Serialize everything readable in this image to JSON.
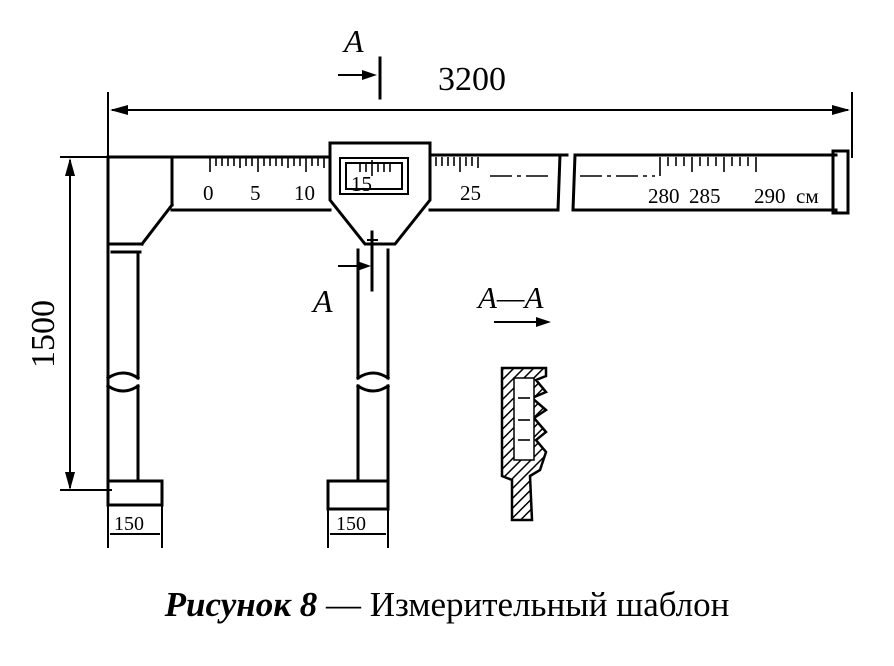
{
  "dimensions": {
    "overall_length": "3200",
    "height": "1500",
    "foot_left": "150",
    "foot_right": "150"
  },
  "section_marks": {
    "top": "A",
    "side": "A",
    "section_title": "A—A"
  },
  "scale": {
    "left_labels": [
      "0",
      "5",
      "10",
      "15",
      "25"
    ],
    "right_labels": [
      "280",
      "285",
      "290",
      "см"
    ]
  },
  "caption": {
    "label": "Рисунок 8",
    "dash": "—",
    "text": "Измерительный шаблон"
  }
}
